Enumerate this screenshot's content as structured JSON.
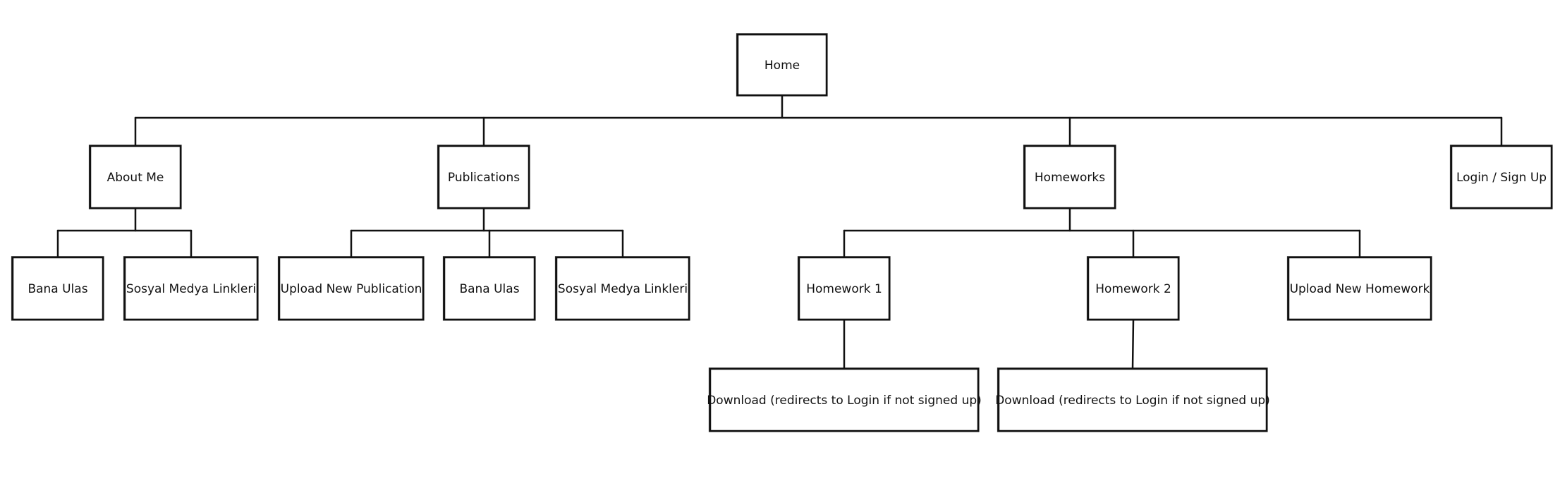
{
  "nodes": {
    "home": "Home",
    "about_me": "About Me",
    "publications": "Publications",
    "homeworks": "Homeworks",
    "login_signup": "Login / Sign Up",
    "about_bana_ulas": "Bana Ulas",
    "about_sosyal_medya": "Sosyal Medya Linkleri",
    "pub_upload": "Upload New Publication",
    "pub_bana_ulas": "Bana Ulas",
    "pub_sosyal_medya": "Sosyal Medya Linkleri",
    "homework_1": "Homework 1",
    "homework_2": "Homework 2",
    "hw_upload": "Upload New Homework",
    "hw1_download": "Download (redirects to Login if not signed up)",
    "hw2_download": "Download (redirects to Login if not signed up)"
  },
  "edges": [
    [
      "home",
      "about_me"
    ],
    [
      "home",
      "publications"
    ],
    [
      "home",
      "homeworks"
    ],
    [
      "home",
      "login_signup"
    ],
    [
      "about_me",
      "about_bana_ulas"
    ],
    [
      "about_me",
      "about_sosyal_medya"
    ],
    [
      "publications",
      "pub_upload"
    ],
    [
      "publications",
      "pub_bana_ulas"
    ],
    [
      "publications",
      "pub_sosyal_medya"
    ],
    [
      "homeworks",
      "homework_1"
    ],
    [
      "homeworks",
      "homework_2"
    ],
    [
      "homeworks",
      "hw_upload"
    ],
    [
      "homework_1",
      "hw1_download"
    ],
    [
      "homework_2",
      "hw2_download"
    ]
  ]
}
